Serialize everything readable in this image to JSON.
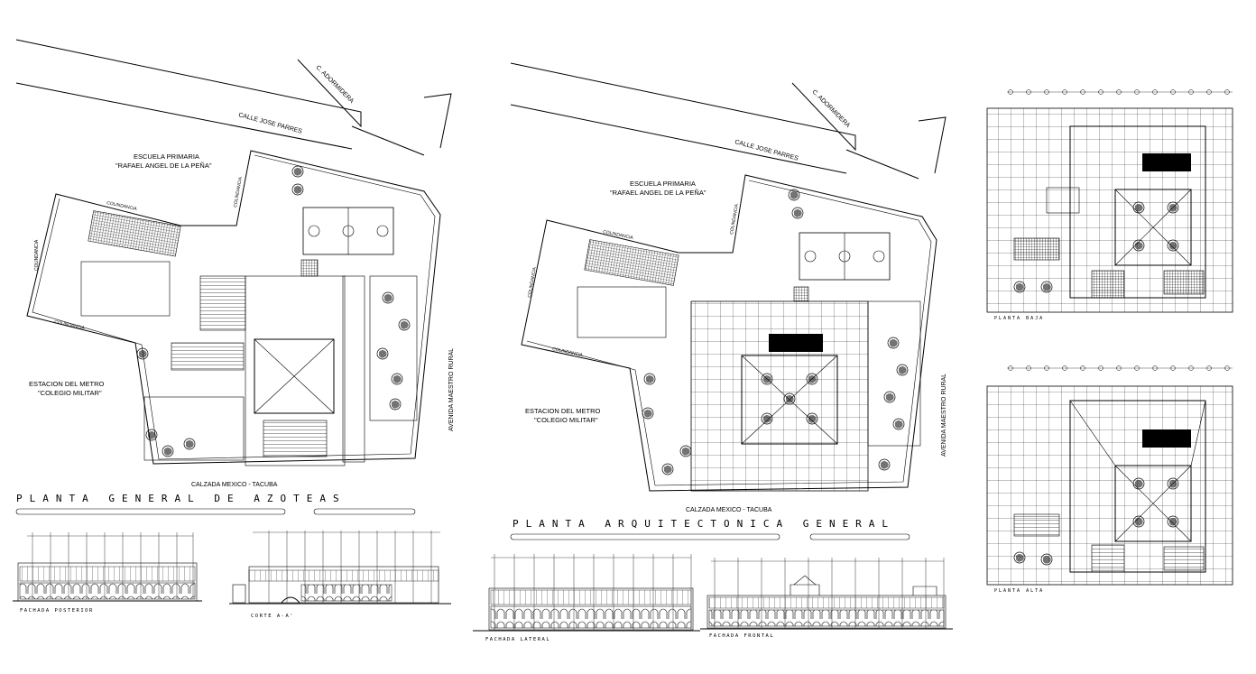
{
  "site_plan_roofs": {
    "street_top": "CALLE JOSE PARRES",
    "street_corner": "C. ADORMIDERA",
    "neighbor_school_line1": "ESCUELA PRIMARIA",
    "neighbor_school_line2": "\"RAFAEL ANGEL DE LA PEÑA\"",
    "metro_line1": "ESTACION DEL METRO",
    "metro_line2": "\"COLEGIO MILITAR\"",
    "street_bottom": "CALZADA MEXICO - TACUBA",
    "street_right": "AVENIDA MAESTRO RURAL",
    "boundary_label": "COLINDANCIA",
    "title": "PLANTA GENERAL DE AZOTEAS"
  },
  "site_plan_arch": {
    "street_top": "CALLE JOSE PARRES",
    "street_corner": "C. ADORMIDERA",
    "neighbor_school_line1": "ESCUELA PRIMARIA",
    "neighbor_school_line2": "\"RAFAEL ANGEL DE LA PEÑA\"",
    "metro_line1": "ESTACION DEL METRO",
    "metro_line2": "\"COLEGIO MILITAR\"",
    "street_bottom": "CALZADA MEXICO - TACUBA",
    "street_right": "AVENIDA MAESTRO RURAL",
    "boundary_label": "COLINDANCIA",
    "title": "PLANTA ARQUITECTONICA GENERAL"
  },
  "elevations": {
    "rear": "FACHADA POSTERIOR",
    "section": "CORTE A-A'",
    "side": "FACHADA LATERAL",
    "front": "FACHADA FRONTAL"
  },
  "floor_plans": {
    "ground": "PLANTA BAJA",
    "upper": "PLANTA ALTA"
  }
}
